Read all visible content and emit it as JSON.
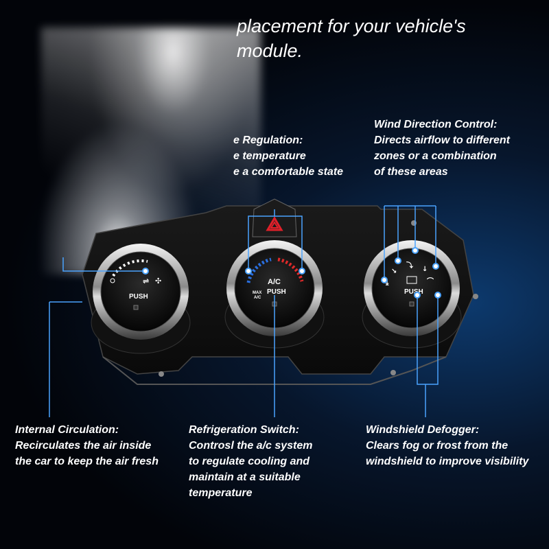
{
  "headline": {
    "line1": "placement for your vehicle's",
    "line2": "module."
  },
  "callouts": {
    "temperature": {
      "title": "e Regulation:",
      "line1": "e temperature",
      "line2": "e a comfortable state"
    },
    "wind_direction": {
      "title": "Wind Direction Control:",
      "line1": "Directs airflow to different",
      "line2": "zones or a combination",
      "line3": "of these areas"
    },
    "internal_circulation": {
      "title": "Internal Circulation:",
      "line1": "Recirculates the air inside",
      "line2": "the car to keep the air fresh"
    },
    "refrigeration": {
      "title": "Refrigeration Switch:",
      "line1": "Controsl the a/c system",
      "line2": "to regulate cooling and",
      "line3": "maintain at a suitable",
      "line4": "temperature"
    },
    "defogger": {
      "title": "Windshield Defogger:",
      "line1": "Clears fog or frost from the",
      "line2": "windshield to improve visibility"
    }
  },
  "knobs": {
    "left_push": "PUSH",
    "center_push": "PUSH",
    "center_ac": "A/C",
    "center_max": "MAX",
    "center_max2": "A/C",
    "right_push": "PUSH"
  },
  "colors": {
    "accent_line": "#4aa3ff",
    "hazard": "#e0202a",
    "cold": "#2a6fe0",
    "hot": "#e02a2a"
  }
}
